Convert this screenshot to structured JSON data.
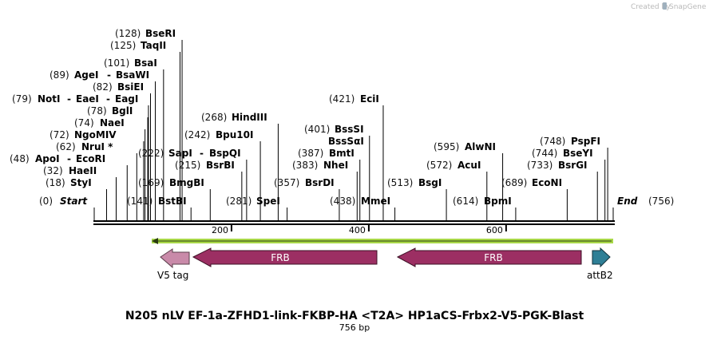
{
  "watermark": {
    "text": "Created by",
    "brand": "SnapGene"
  },
  "title": "N205 nLV EF-1a-ZFHD1-link-FKBP-HA <T2A> HP1aCS-Frbx2-V5-PGK-Blast",
  "length_label": "756 bp",
  "sequence_length": 756,
  "colors": {
    "ruler": "#000000",
    "primer": "#a8d848",
    "frb": "#9c2f63",
    "v5_tag": "#c98aa9",
    "attb2": "#2e7f96",
    "site_line": "#000000"
  },
  "ends": {
    "start": {
      "pos": "(0)",
      "name": "Start",
      "bp": 0
    },
    "end": {
      "pos": "(756)",
      "name": "End",
      "bp": 756
    }
  },
  "ruler_ticks": [
    {
      "bp": 200,
      "label": "200"
    },
    {
      "bp": 400,
      "label": "400"
    },
    {
      "bp": 600,
      "label": "600"
    }
  ],
  "sites_left": [
    {
      "pos": "(128)",
      "name": "BseRI",
      "bp": 128
    },
    {
      "pos": "(125)",
      "name": "TaqII",
      "bp": 125
    },
    {
      "pos": "(101)",
      "name": "BsaI",
      "bp": 101
    },
    {
      "pos": "(89)",
      "name": "AgeI",
      "extra": "BsaWI",
      "bp": 89
    },
    {
      "pos": "(82)",
      "name": "BsiEI",
      "bp": 82
    },
    {
      "pos": "(79)",
      "name": "NotI",
      "extra": "EaeI",
      "extra2": "EagI",
      "bp": 79
    },
    {
      "pos": "(78)",
      "name": "BglI",
      "bp": 78
    },
    {
      "pos": "(74)",
      "name": "NaeI",
      "bp": 74
    },
    {
      "pos": "(72)",
      "name": "NgoMIV",
      "bp": 72
    },
    {
      "pos": "(62)",
      "name": "NruI *",
      "bp": 62
    },
    {
      "pos": "(48)",
      "name": "ApoI",
      "extra": "EcoRI",
      "bp": 48
    },
    {
      "pos": "(32)",
      "name": "HaeII",
      "bp": 32
    },
    {
      "pos": "(18)",
      "name": "StyI",
      "bp": 18
    }
  ],
  "sites_mid": [
    {
      "pos": "(222)",
      "name": "SapI",
      "extra": "BspQI",
      "bp": 222
    },
    {
      "pos": "(215)",
      "name": "BsrBI",
      "bp": 215
    },
    {
      "pos": "(169)",
      "name": "BmgBI",
      "bp": 169
    },
    {
      "pos": "(141)",
      "name": "BstBI",
      "bp": 141
    },
    {
      "pos": "(268)",
      "name": "HindIII",
      "bp": 268
    },
    {
      "pos": "(242)",
      "name": "Bpu10I",
      "bp": 242
    },
    {
      "pos": "(281)",
      "name": "SpeI",
      "bp": 281
    },
    {
      "pos": "(357)",
      "name": "BsrDI",
      "bp": 357
    }
  ],
  "sites_right": [
    {
      "pos": "(421)",
      "name": "EciI",
      "bp": 421
    },
    {
      "pos": "(401)",
      "name": "BssSI",
      "bp": 401
    },
    {
      "pos": "",
      "name": "BssSαI",
      "bp": 401
    },
    {
      "pos": "(387)",
      "name": "BmtI",
      "bp": 387
    },
    {
      "pos": "(383)",
      "name": "NheI",
      "bp": 383
    },
    {
      "pos": "(438)",
      "name": "MmeI",
      "bp": 438
    },
    {
      "pos": "(513)",
      "name": "BsgI",
      "bp": 513
    },
    {
      "pos": "(595)",
      "name": "AlwNI",
      "bp": 595
    },
    {
      "pos": "(572)",
      "name": "AcuI",
      "bp": 572
    },
    {
      "pos": "(614)",
      "name": "BpmI",
      "bp": 614
    },
    {
      "pos": "(689)",
      "name": "EcoNI",
      "bp": 689
    },
    {
      "pos": "(748)",
      "name": "PspFI",
      "bp": 748
    },
    {
      "pos": "(744)",
      "name": "BseYI",
      "bp": 744
    },
    {
      "pos": "(733)",
      "name": "BsrGI",
      "bp": 733
    }
  ],
  "features": [
    {
      "name": "V5 tag",
      "label_outside": true
    },
    {
      "name": "FRB",
      "label_outside": false
    },
    {
      "name": "FRB",
      "label_outside": false
    },
    {
      "name": "attB2",
      "label_outside": true
    }
  ]
}
